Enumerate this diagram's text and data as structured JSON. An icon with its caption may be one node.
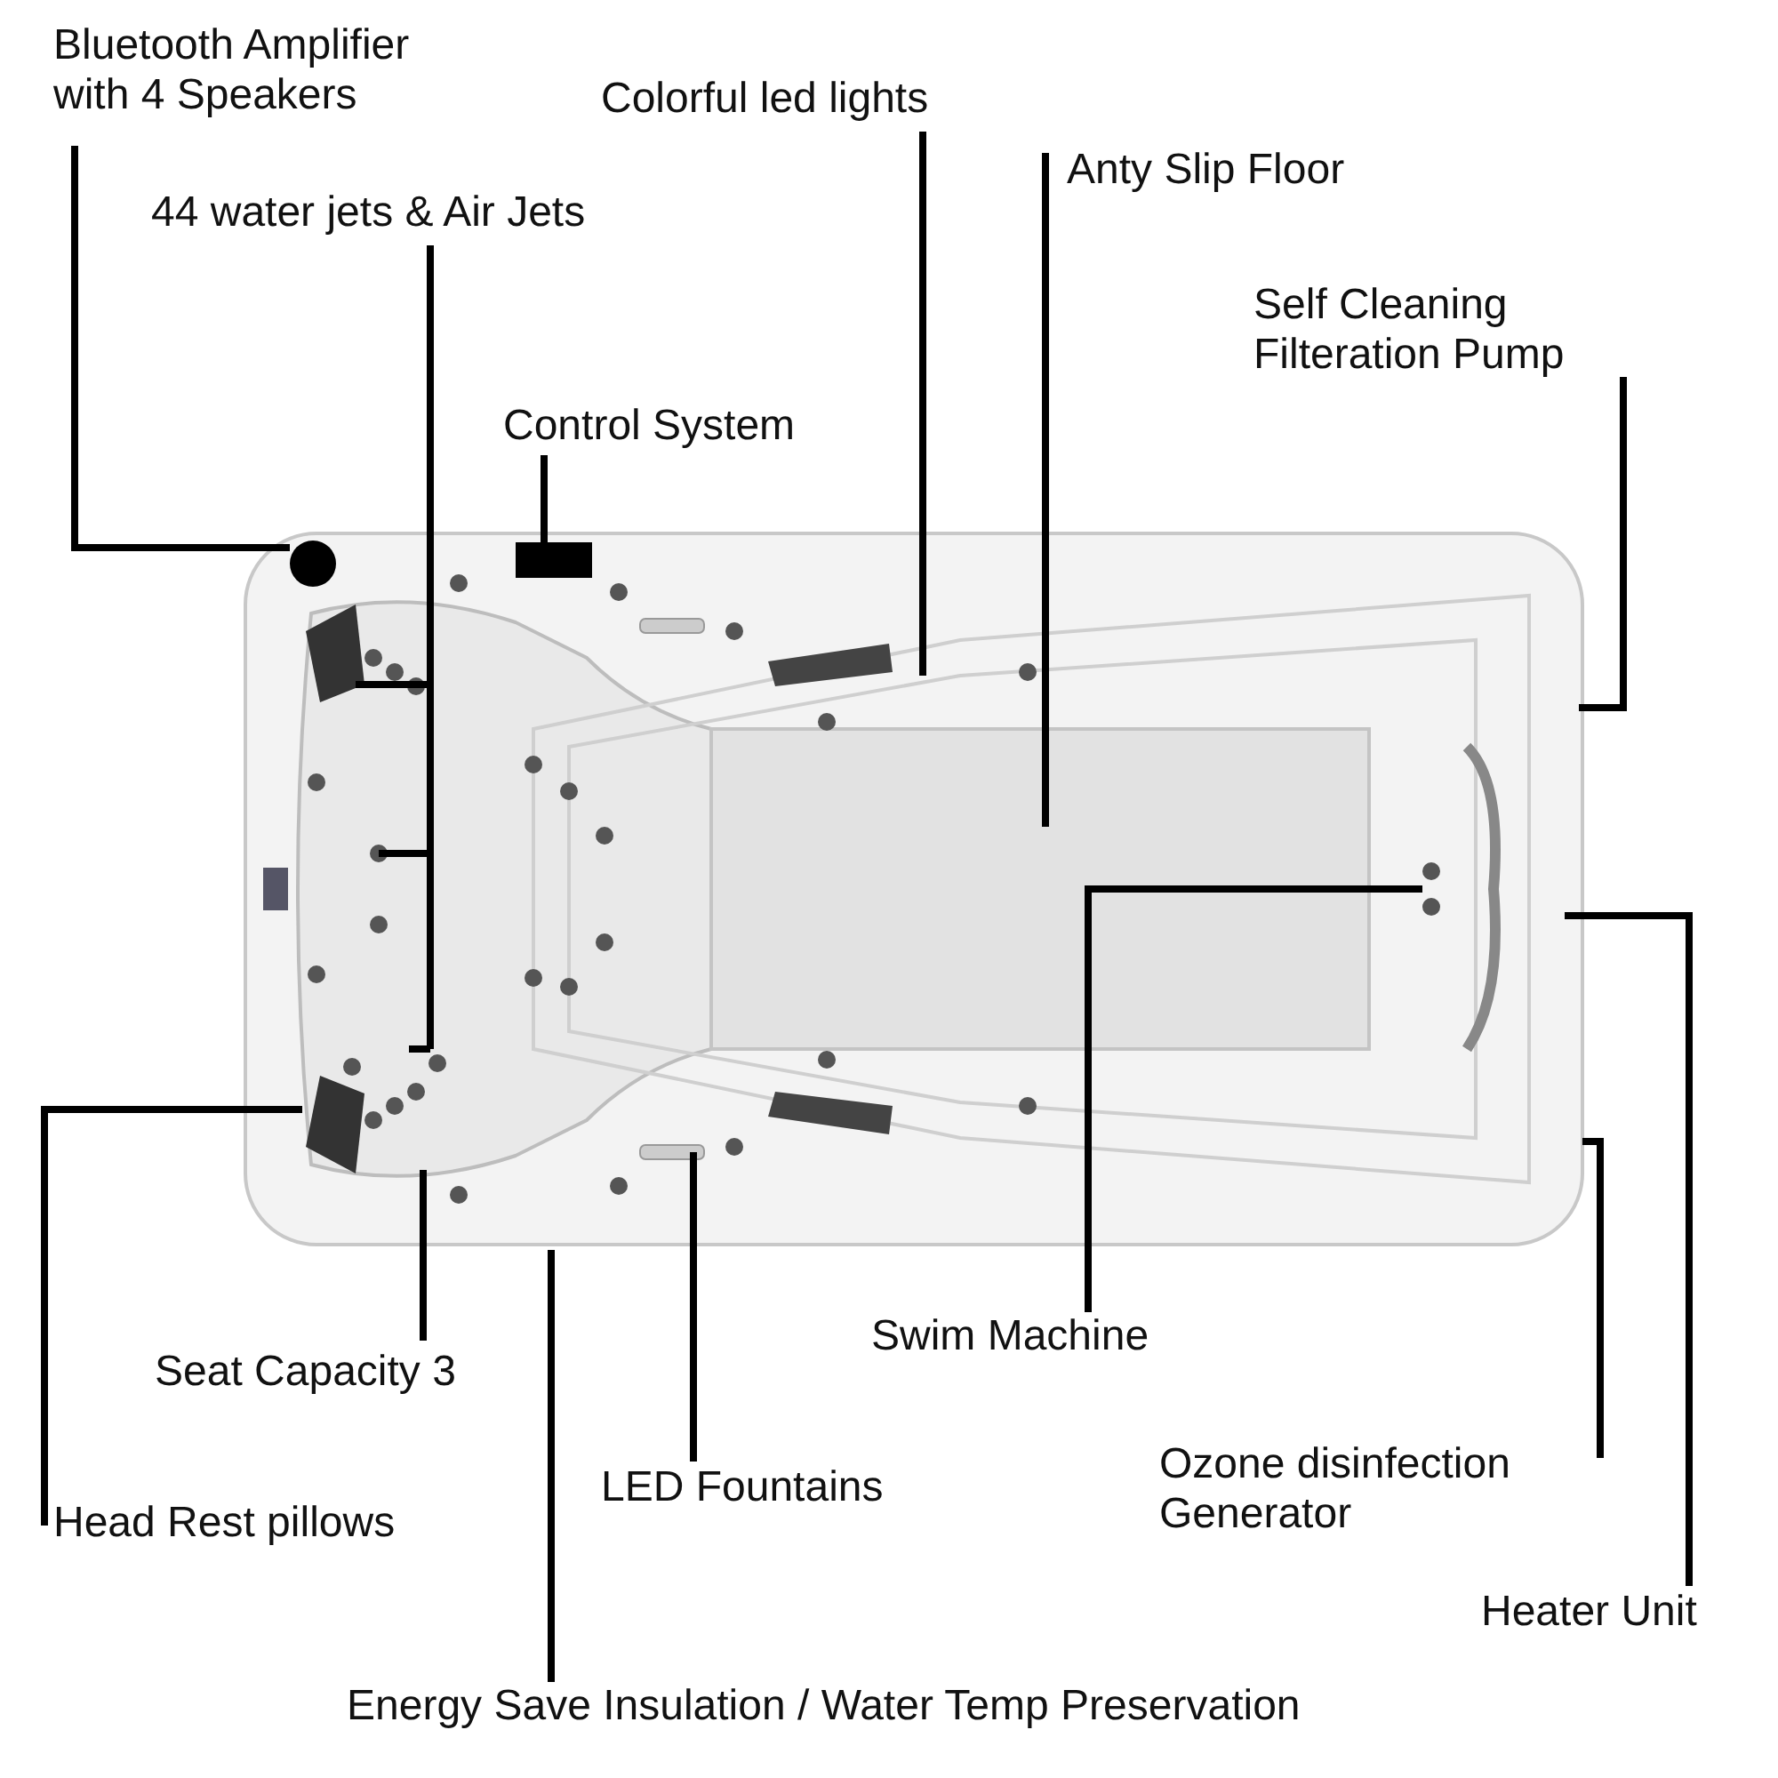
{
  "diagram": {
    "nodes": [
      {
        "text": [
          "Bluetooth Amplifier with 4 Speakers"
        ]
      },
      {
        "text": [
          "Colorful led lights"
        ]
      },
      {
        "text": [
          "Anty Slip Floor"
        ]
      },
      {
        "text": [
          "44 water jets & Air Jets"
        ]
      },
      {
        "text": [
          "Self Cleaning Filteration Pump"
        ]
      },
      {
        "text": [
          "Control System"
        ]
      },
      {
        "text": [
          "Swim Machine"
        ]
      },
      {
        "text": [
          "Seat Capacity 3"
        ]
      },
      {
        "text": [
          "Ozone disinfection Generator"
        ]
      },
      {
        "text": [
          "LED Fountains"
        ]
      },
      {
        "text": [
          "Head Rest pillows"
        ]
      },
      {
        "text": [
          "Heater Unit"
        ]
      },
      {
        "text": [
          "Energy Save Insulation / Water Temp Preservation"
        ]
      },
      {
        "text": [],
        "shape": "circle"
      },
      {
        "text": [],
        "shape": "box"
      }
    ],
    "edges": [
      {
        "from": 0,
        "to": 13,
        "arrow": "none"
      },
      {
        "from": 1,
        "to": null,
        "arrow": "none"
      },
      {
        "from": 2,
        "to": null,
        "arrow": "none"
      },
      {
        "from": 3,
        "to": null,
        "arrow": "none"
      },
      {
        "from": 4,
        "to": null,
        "arrow": "none"
      },
      {
        "from": 5,
        "to": 14,
        "arrow": "none"
      },
      {
        "from": 6,
        "to": null,
        "arrow": "none"
      },
      {
        "from": 7,
        "to": null,
        "arrow": "none"
      },
      {
        "from": 8,
        "to": null,
        "arrow": "none"
      },
      {
        "from": 9,
        "to": null,
        "arrow": "none"
      },
      {
        "from": 10,
        "to": null,
        "arrow": "none"
      },
      {
        "from": 11,
        "to": null,
        "arrow": "none"
      },
      {
        "from": 12,
        "to": null,
        "arrow": "none"
      }
    ]
  }
}
